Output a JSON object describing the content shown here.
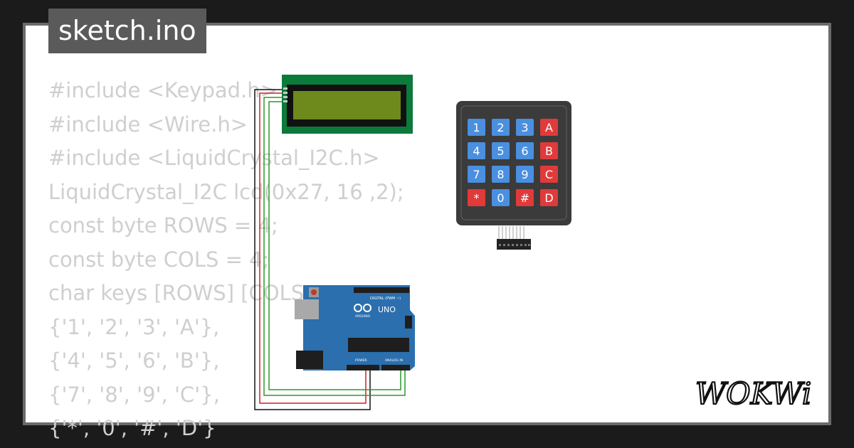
{
  "file": {
    "name": "sketch.ino"
  },
  "code_lines": [
    "#include <Keypad.h>",
    "#include <Wire.h>",
    "#include <LiquidCrystal_I2C.h>",
    "LiquidCrystal_I2C lcd(0x27, 16 ,2);",
    "const byte ROWS = 4;",
    "const byte COLS = 4;",
    "char keys [ROWS] [COLS",
    "{'1', '2', '3', 'A'},",
    "{'4', '5', '6', 'B'},",
    "{'7', '8', '9', 'C'},",
    "{'*', '0', '#', 'D'}"
  ],
  "keypad": {
    "keys": [
      [
        "1",
        "2",
        "3",
        "A"
      ],
      [
        "4",
        "5",
        "6",
        "B"
      ],
      [
        "7",
        "8",
        "9",
        "C"
      ],
      [
        "*",
        "0",
        "#",
        "D"
      ]
    ],
    "digit_color": "#4a8fe0",
    "letter_color": "#e03a3a"
  },
  "arduino": {
    "brand": "ARDUINO",
    "model": "UNO",
    "board_color": "#2b6fae",
    "header_digital": "DIGITAL (PWM ~)",
    "header_power": "POWER",
    "header_analog": "ANALOG IN"
  },
  "lcd": {
    "board_color": "#0b7a3b",
    "screen_color": "#6e8a1c"
  },
  "brand": {
    "logo_text": "WOKWi"
  },
  "colors": {
    "page_bg": "#1b1b1b",
    "card_bg": "#ffffff",
    "code_text": "#cfcfcf",
    "wire_red": "#cc2222",
    "wire_green": "#2a9a2a",
    "wire_black": "#111111"
  }
}
